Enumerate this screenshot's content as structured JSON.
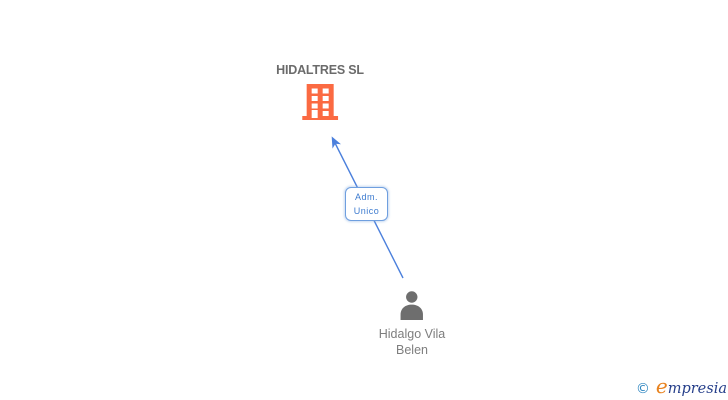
{
  "diagram": {
    "company": {
      "name": "HIDALTRES SL",
      "icon": "building-icon",
      "icon_color": "#fb6a42"
    },
    "relationship": {
      "label_line1": "Adm.",
      "label_line2": "Unico",
      "full_label": "Adm. Unico",
      "arrow_color": "#4c80dc",
      "direction": "person-to-company"
    },
    "person": {
      "name_line1": "Hidalgo Vila",
      "name_line2": "Belen",
      "full_name": "Hidalgo Vila Belen",
      "icon": "person-icon",
      "icon_color": "#6e6e6e"
    }
  },
  "watermark": {
    "copyright_symbol": "©",
    "brand_initial": "e",
    "brand_rest": "mpresia",
    "brand_full": "empresia",
    "copyright_color": "#2e86c1",
    "initial_color": "#e8821e",
    "text_color": "#27408b"
  }
}
